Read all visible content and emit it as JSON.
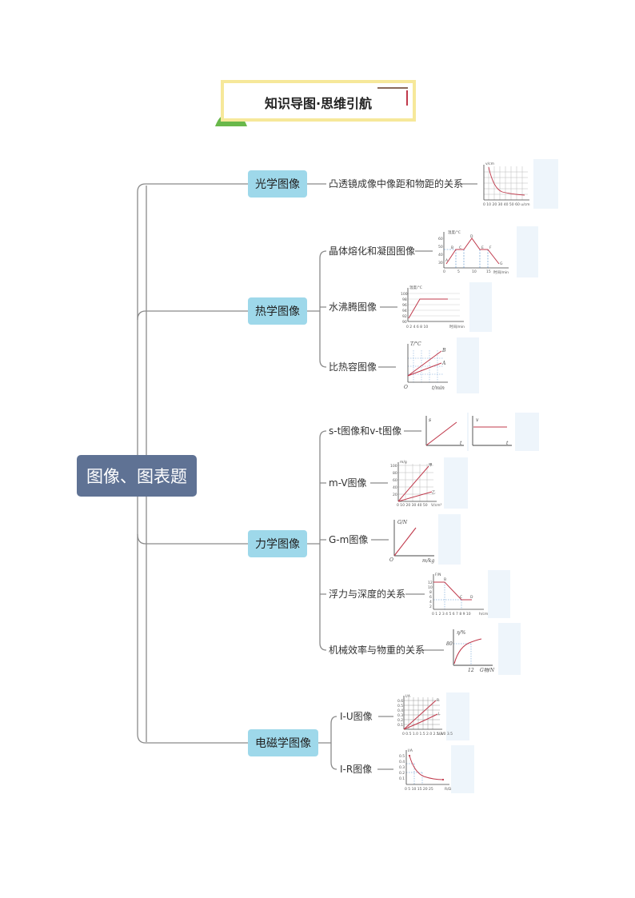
{
  "header": {
    "title": "知识导图·思维引航"
  },
  "root": {
    "label": "图像、图表题"
  },
  "colors": {
    "root_fill": "#5f7294",
    "category_fill": "#9ed8ea",
    "line": "#8a8a8a",
    "header_border": "#f6e89a",
    "mountain": "#69b84a",
    "chart_line": "#c0394b",
    "panel_tint": "#eef5fb"
  },
  "categories": [
    {
      "label": "光学图像",
      "topics": [
        {
          "label": "凸透镜成像中像距和物距的关系"
        }
      ]
    },
    {
      "label": "热学图像",
      "topics": [
        {
          "label": "晶体熔化和凝固图像"
        },
        {
          "label": "水沸腾图像"
        },
        {
          "label": "比热容图像"
        }
      ]
    },
    {
      "label": "力学图像",
      "topics": [
        {
          "label": "s-t图像和v-t图像"
        },
        {
          "label": "m-V图像"
        },
        {
          "label": "G-m图像"
        },
        {
          "label": "浮力与深度的关系"
        },
        {
          "label": "机械效率与物重的关系"
        }
      ]
    },
    {
      "label": "电磁学图像",
      "topics": [
        {
          "label": "I-U图像"
        },
        {
          "label": "I-R图像"
        }
      ]
    }
  ],
  "thumbs": {
    "lens": {
      "axis_y": "v/cm",
      "x_ticks": "0  10  20  30  40  50  60  u/cm"
    },
    "melt": {
      "y_label": "温度/°C",
      "x_label": "时间/min",
      "y_ticks": [
        "60",
        "50",
        "40",
        "30"
      ],
      "x_ticks": [
        "0",
        "5",
        "10",
        "15"
      ],
      "points": [
        "A",
        "B",
        "C",
        "D",
        "E",
        "F",
        "G"
      ]
    },
    "boil": {
      "y_label": "温度/°C",
      "x_label": "时间/min",
      "y_ticks": [
        "100",
        "98",
        "96",
        "94",
        "92",
        "90"
      ],
      "x_ticks": "0  2  4  6  8  10"
    },
    "heat": {
      "y_label": "T/°C",
      "x_label": "t/min",
      "origin": "O",
      "lines": [
        "B",
        "A"
      ]
    },
    "st": {
      "y": "s",
      "x": "t"
    },
    "vt": {
      "y": "v",
      "x": "t"
    },
    "mv": {
      "y_label": "m/g",
      "x_label": "V/cm³",
      "lines": [
        "甲",
        "乙"
      ],
      "y_ticks": [
        "100",
        "80",
        "60",
        "40",
        "20"
      ],
      "x_ticks": "0  10  20  30  40  50"
    },
    "gm": {
      "y_label": "G/N",
      "x_label": "m/kg",
      "origin": "O"
    },
    "buoy": {
      "y_label": "F/N",
      "x_label": "h/cm",
      "points": [
        "B",
        "C",
        "D"
      ],
      "y_ticks": [
        "12",
        "10",
        "8",
        "6",
        "4",
        "2"
      ],
      "x_ticks": "0 1 2 3 4 5 6 7 8 9 10"
    },
    "eff": {
      "y_label": "η/%",
      "x_label": "G物/N",
      "y_value": "80",
      "x_value": "12"
    },
    "iu": {
      "y_label": "I/A",
      "x_label": "U/V",
      "lines": [
        "R",
        "L"
      ],
      "y_ticks": [
        "0.6",
        "0.5",
        "0.4",
        "0.3",
        "0.2",
        "0.1"
      ],
      "x_ticks": "0 0.5 1.0 1.5 2.0 2.5 3.0 3.5"
    },
    "ir": {
      "y_label": "I/A",
      "x_label": "R/Ω",
      "y_ticks": [
        "0.5",
        "0.4",
        "0.3",
        "0.2",
        "0.1"
      ],
      "x_ticks": "0  5  10  15  20  25"
    }
  }
}
